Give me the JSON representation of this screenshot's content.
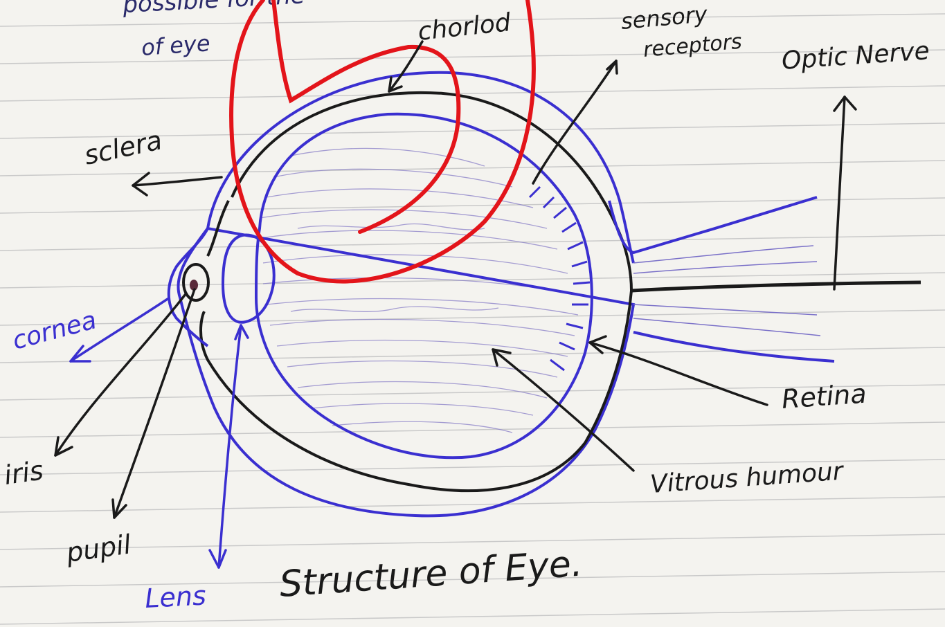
{
  "header_fragment": {
    "line1": "possible for the",
    "line2": "of eye"
  },
  "labels": {
    "chorlod": "chorlod",
    "sensory": "sensory",
    "receptors": "receptors",
    "optic_nerve": "Optic Nerve",
    "sclera": "sclera",
    "cornea": "cornea",
    "iris": "iris",
    "pupil": "pupil",
    "lens": "Lens",
    "retina": "Retina",
    "vitrous_humour": "Vitrous humour"
  },
  "caption": "Structure of Eye.",
  "colors": {
    "paper": "#f4f3ef",
    "rule_line": "#c9c9c9",
    "ink_black": "#1a1a1a",
    "ink_blue": "#3a2fd0",
    "annotation_red": "#e3141a"
  }
}
